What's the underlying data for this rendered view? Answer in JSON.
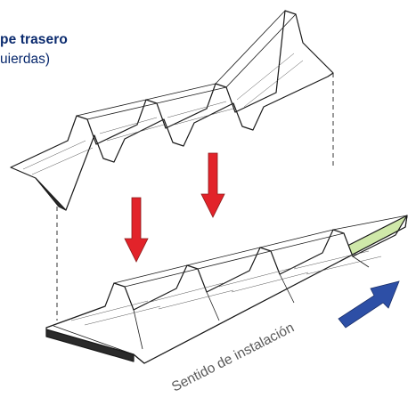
{
  "header": {
    "title": "pe trasero",
    "subtitle": "uierdas)"
  },
  "labels": {
    "installation_direction": "Sentido de instalación"
  },
  "colors": {
    "panel_stroke": "#1a1a1a",
    "panel_fill": "#ffffff",
    "foam_core": "#cfe8a9",
    "drop_arrow": "#e2232a",
    "direction_arrow": "#2d4fa6",
    "title_text": "#0a2a6e"
  },
  "icons": {
    "drop_arrow": "down-arrow-icon",
    "direction_arrow": "direction-arrow-icon"
  }
}
